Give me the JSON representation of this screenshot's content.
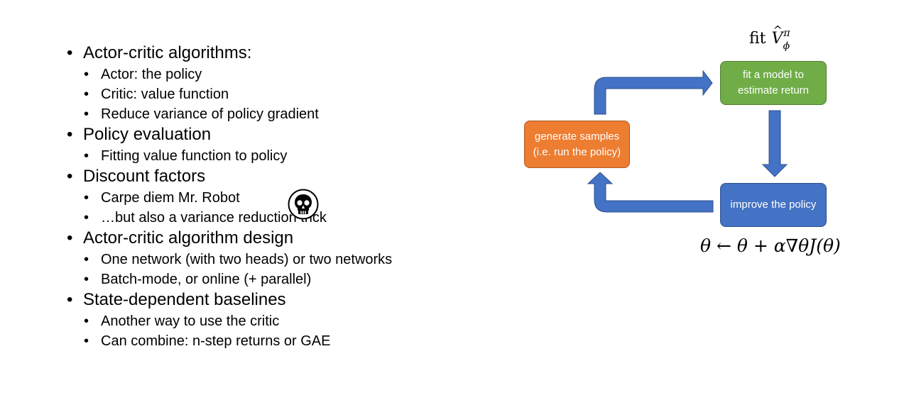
{
  "outline": {
    "items": [
      {
        "text": "Actor-critic algorithms:",
        "subitems": [
          "Actor: the policy",
          "Critic: value function",
          "Reduce variance of policy gradient"
        ]
      },
      {
        "text": "Policy evaluation",
        "subitems": [
          "Fitting value function to policy"
        ]
      },
      {
        "text": "Discount factors",
        "subitems": [
          "Carpe diem Mr. Robot",
          "…but also a variance reduction trick"
        ]
      },
      {
        "text": "Actor-critic algorithm design",
        "subitems": [
          "One network (with two heads) or two networks",
          "Batch-mode, or online (+ parallel)"
        ]
      },
      {
        "text": "State-dependent baselines",
        "subitems": [
          "Another way to use the critic",
          "Can combine: n-step returns or GAE"
        ]
      }
    ]
  },
  "diagram": {
    "fit_label": {
      "fn": "fit",
      "var": "V",
      "sup": "π",
      "sub": "ϕ"
    },
    "boxes": {
      "fit_model": "fit a model to estimate return",
      "generate_samples": "generate samples (i.e. run the policy)",
      "improve_policy": "improve the policy"
    },
    "update_rule": "θ ← θ + α∇θJ(θ)",
    "colors": {
      "green": "#70ad47",
      "orange": "#ed7d31",
      "blue": "#4472c4",
      "arrow": "#4472c4"
    }
  },
  "icons": {
    "skull": "skull-icon"
  }
}
